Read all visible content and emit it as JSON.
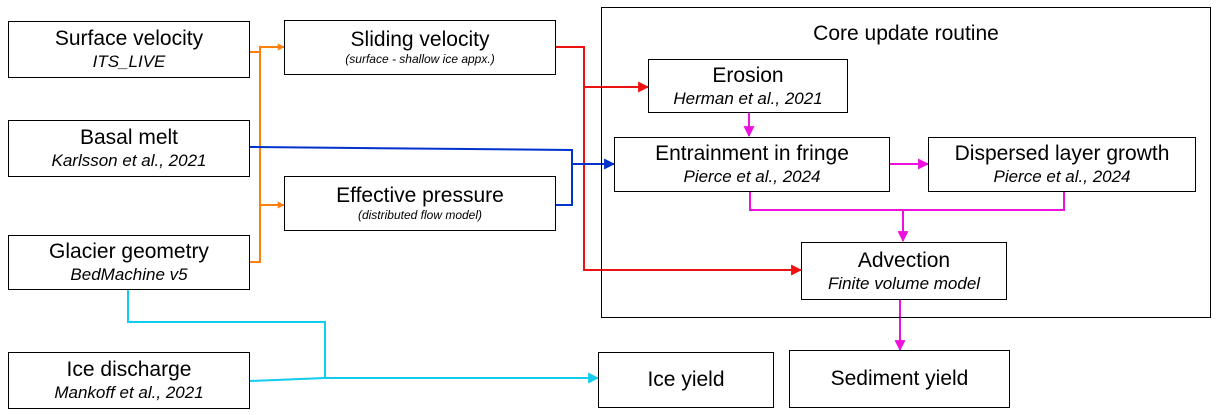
{
  "colors": {
    "orange": "#FF7F0E",
    "red": "#EE1111",
    "blue": "#0033CC",
    "magenta": "#EE11DD",
    "cyan": "#11CCEE"
  },
  "core": {
    "title": "Core update routine"
  },
  "nodes": {
    "surface_velocity": {
      "title": "Surface velocity",
      "subtitle": "ITS_LIVE"
    },
    "basal_melt": {
      "title": "Basal melt",
      "subtitle": "Karlsson et al., 2021"
    },
    "glacier_geometry": {
      "title": "Glacier geometry",
      "subtitle": "BedMachine v5"
    },
    "ice_discharge": {
      "title": "Ice discharge",
      "subtitle": "Mankoff et al., 2021"
    },
    "sliding_velocity": {
      "title": "Sliding velocity",
      "subtitle": "(surface - shallow ice appx.)"
    },
    "effective_pressure": {
      "title": "Effective pressure",
      "subtitle": "(distributed flow model)"
    },
    "erosion": {
      "title": "Erosion",
      "subtitle": "Herman et al., 2021"
    },
    "entrainment": {
      "title": "Entrainment in fringe",
      "subtitle": "Pierce et al., 2024"
    },
    "dispersed": {
      "title": "Dispersed layer growth",
      "subtitle": "Pierce et al., 2024"
    },
    "advection": {
      "title": "Advection",
      "subtitle": "Finite volume model"
    },
    "ice_yield": {
      "title": "Ice yield"
    },
    "sediment_yield": {
      "title": "Sediment yield"
    }
  }
}
